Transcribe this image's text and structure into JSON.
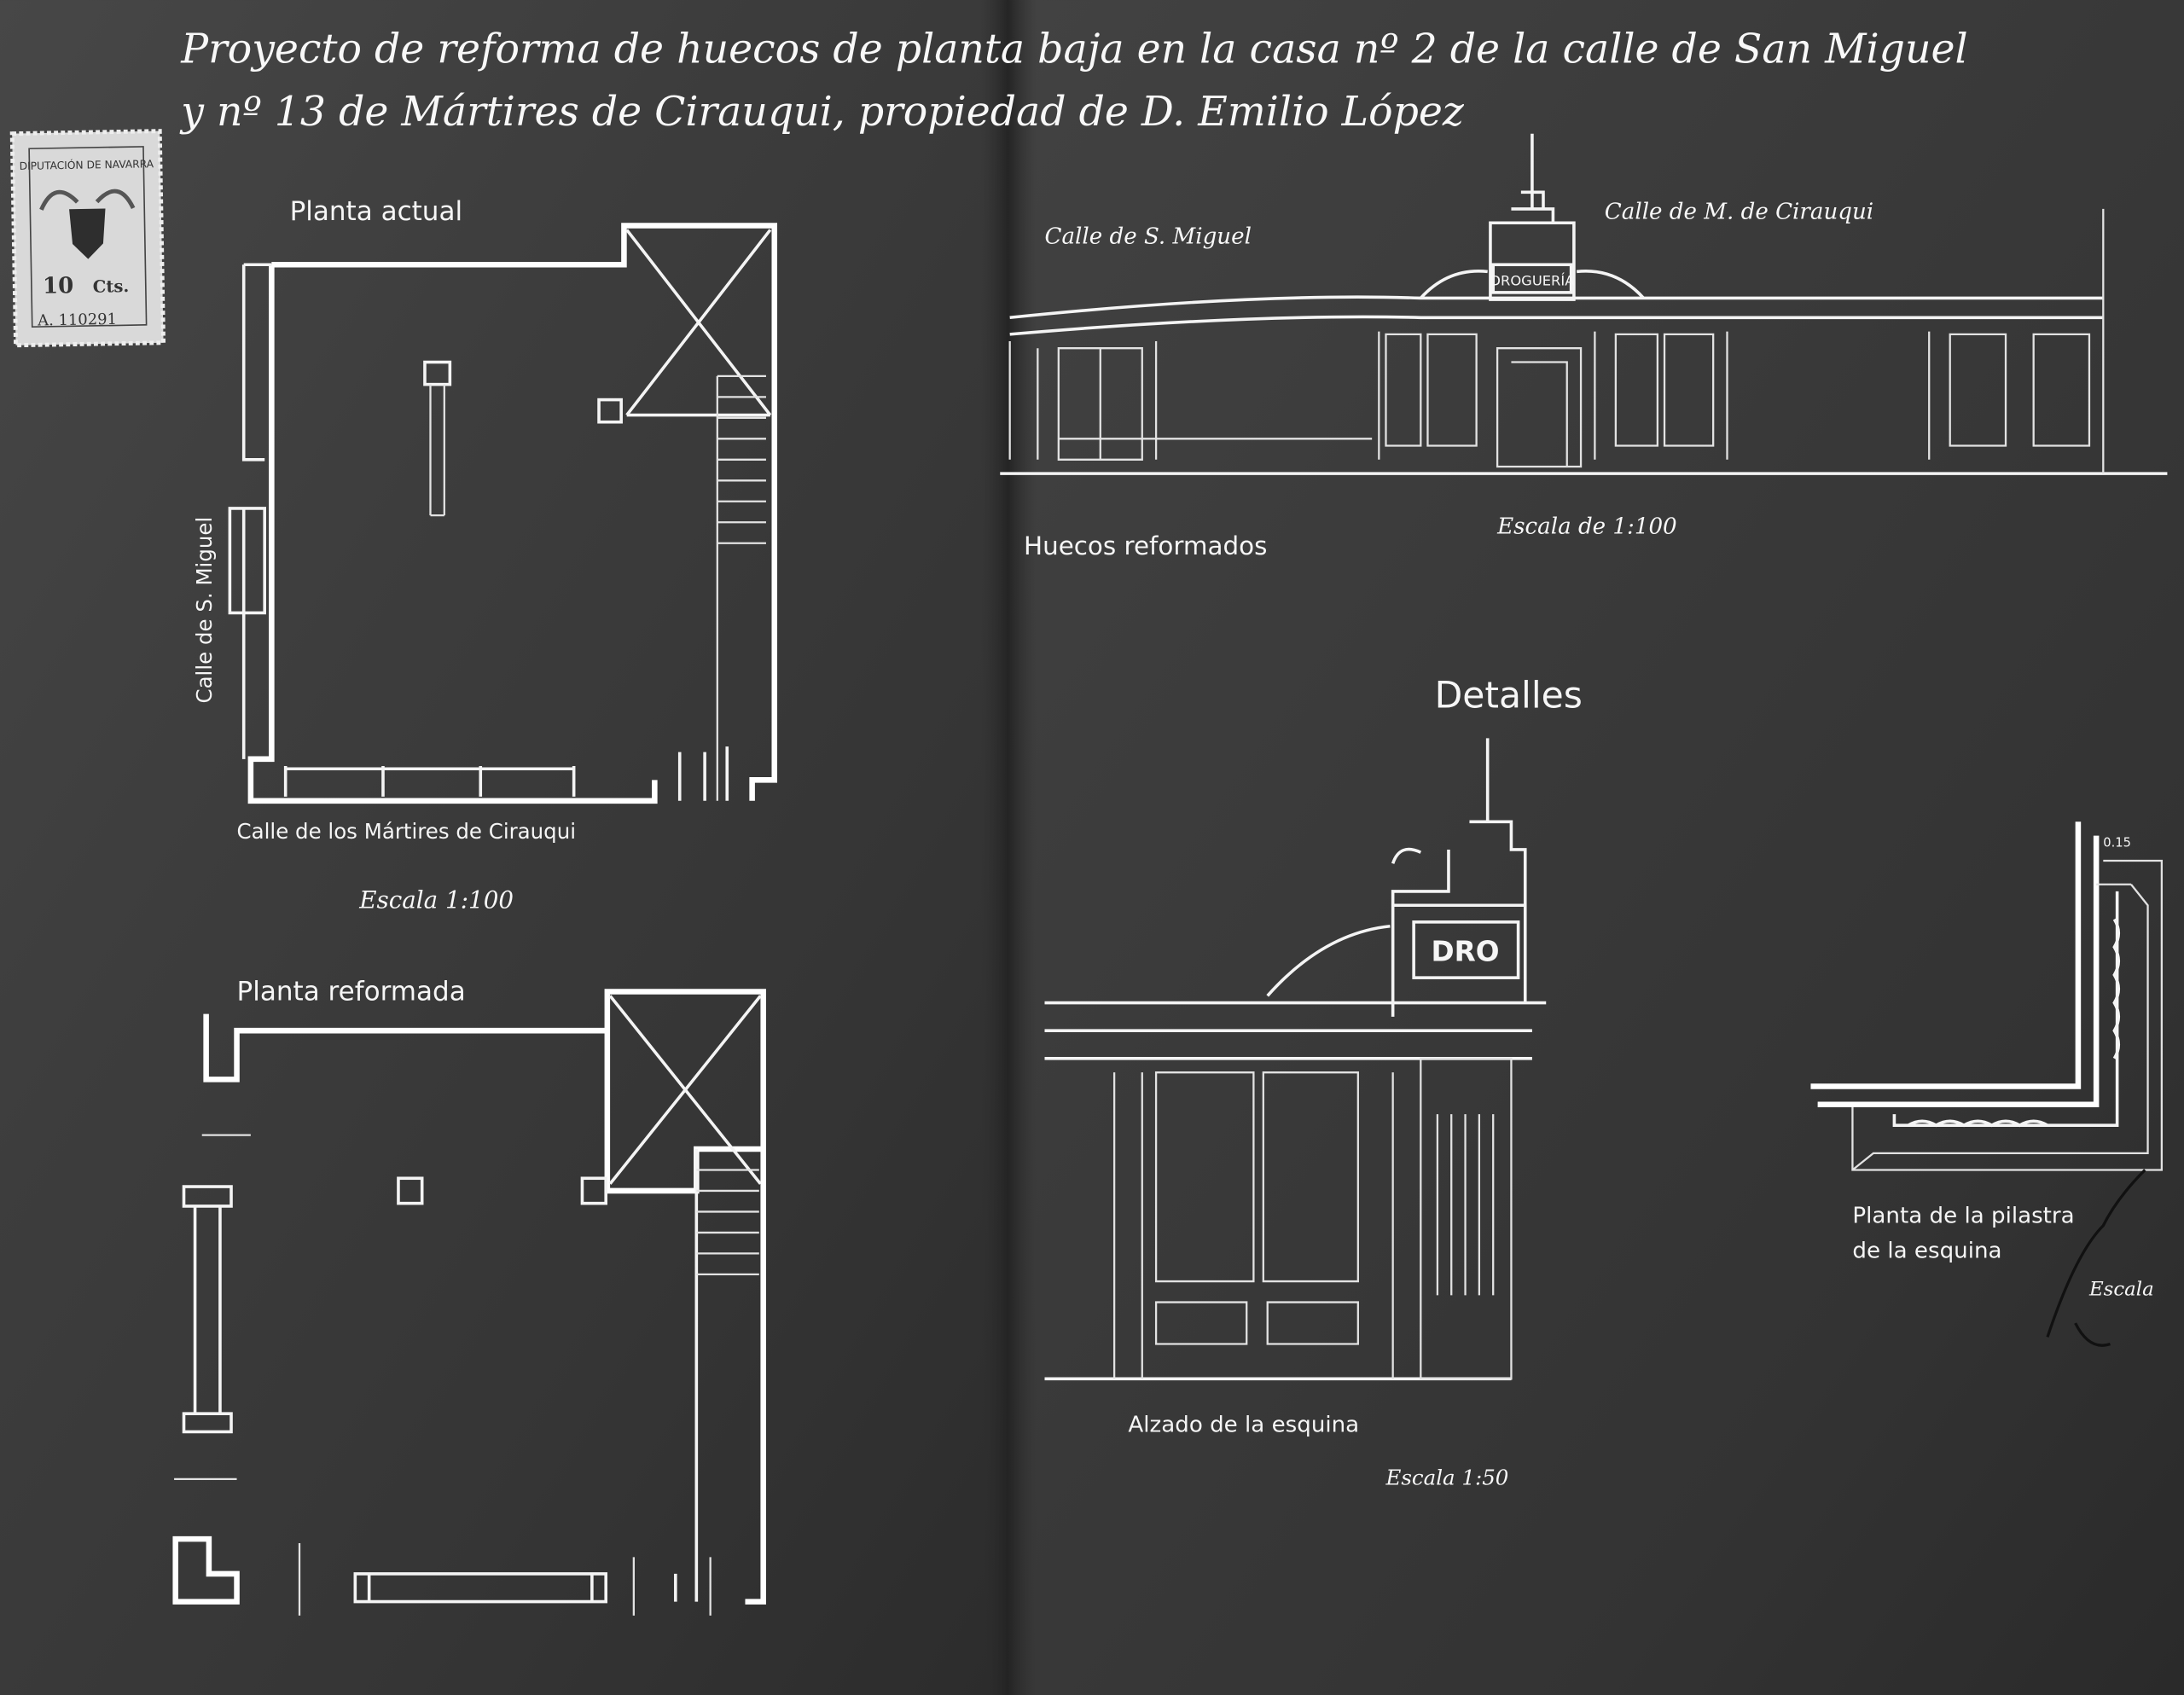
{
  "title": {
    "line1": "Proyecto de reforma de huecos de planta baja en la casa nº 2 de la calle de San Miguel",
    "line2": "y nº 13 de Mártires de Cirauqui, propiedad de D. Emilio López"
  },
  "stamp": {
    "issuer": "DIPUTACIÓN DE NAVARRA",
    "value": "10",
    "unit": "Cts.",
    "serial": "A. 110291"
  },
  "plan_actual": {
    "heading": "Planta actual",
    "street_left": "Calle de S. Miguel",
    "street_bottom": "Calle de los Mártires de Cirauqui",
    "scale": "Escala 1:100"
  },
  "plan_reformada": {
    "heading": "Planta reformada"
  },
  "elevation": {
    "street_left": "Calle de S. Miguel",
    "street_right": "Calle de M. de Cirauqui",
    "sign": "DROGUERÍA",
    "caption": "Huecos reformados",
    "scale": "Escala de 1:100"
  },
  "details": {
    "heading": "Detalles",
    "corner_sign": "DRO",
    "corner_caption": "Alzado de la esquina",
    "corner_scale": "Escala 1:50",
    "pilaster_dimension": "0.15",
    "pilaster_caption_1": "Planta de la pilastra",
    "pilaster_caption_2": "de la esquina",
    "pilaster_scale": "Escala"
  },
  "colors": {
    "paper": "#3a3a3a",
    "ink": "#ececec"
  }
}
